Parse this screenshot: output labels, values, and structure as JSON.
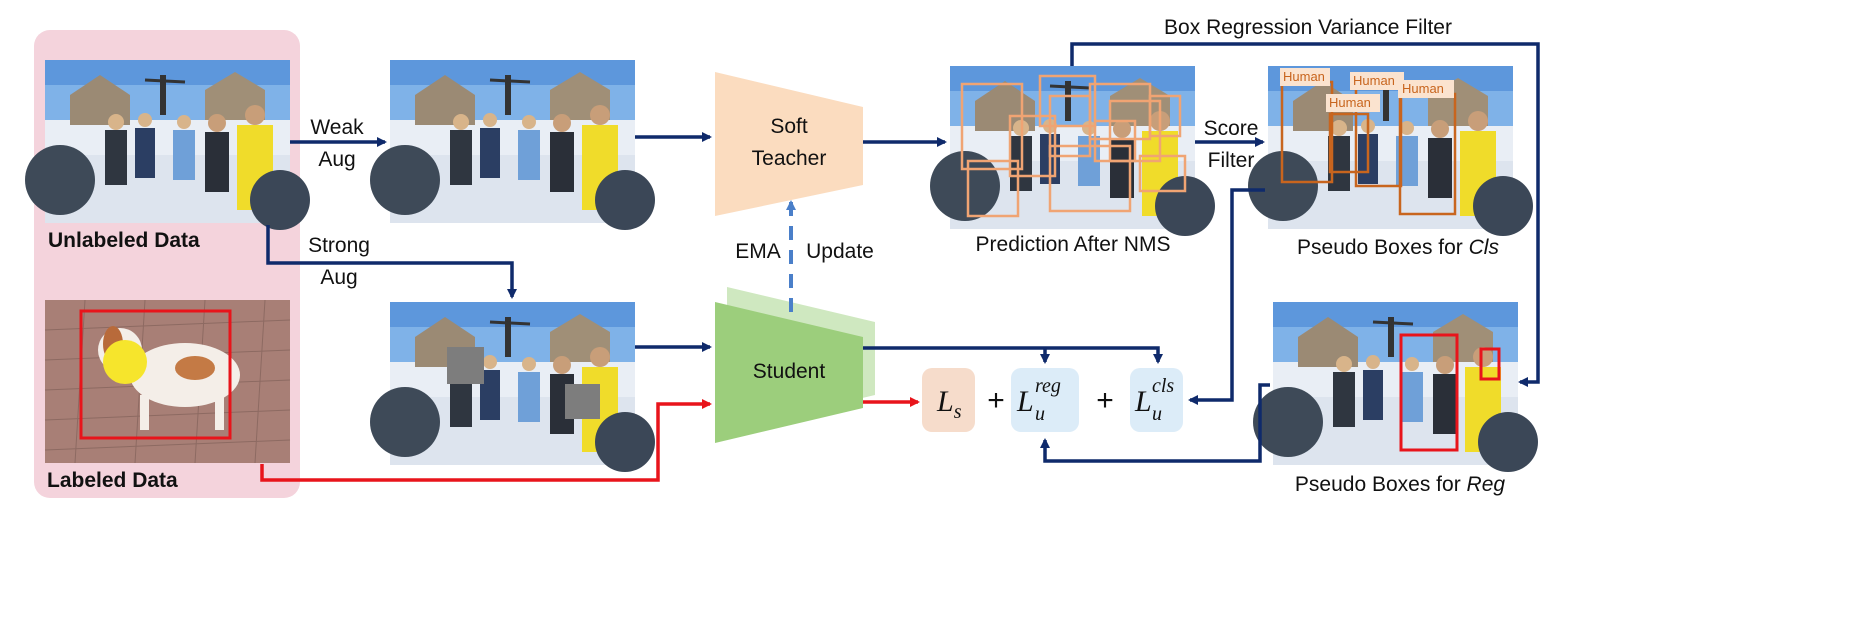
{
  "labels": {
    "unlabeled": "Unlabeled Data",
    "labeled": "Labeled Data",
    "weak_1": "Weak",
    "weak_2": "Aug",
    "strong_1": "Strong",
    "strong_2": "Aug",
    "soft_teacher_1": "Soft",
    "soft_teacher_2": "Teacher",
    "student": "Student",
    "ema": "EMA",
    "update": "Update",
    "score_1": "Score",
    "score_2": "Filter",
    "box_reg_filter": "Box Regression Variance Filter",
    "pred_nms": "Prediction After NMS",
    "pseudo_cls_prefix": "Pseudo Boxes for ",
    "pseudo_cls_em": "Cls",
    "pseudo_reg_prefix": "Pseudo Boxes for ",
    "pseudo_reg_em": "Reg"
  },
  "loss": {
    "ls_main": "L",
    "ls_sub": "s",
    "plus1": "+",
    "plus2": "+",
    "lreg_main": "L",
    "lreg_sup": "reg",
    "lreg_sub": "u",
    "lcls_main": "L",
    "lcls_sup": "cls",
    "lcls_sub": "u"
  },
  "box_tags": [
    "Human",
    "Human",
    "Human",
    "Human"
  ],
  "colors": {
    "arrow_dark": "#0f2a6b",
    "arrow_red": "#e8141b",
    "arrow_dashed": "#4a7fc9",
    "data_panel": "#f4d3dc",
    "teacher_fill": "#fbdcbf",
    "student_fill": "#9cce7c",
    "student_back": "#cfe8c0",
    "loss_ls": "#f6dccb",
    "loss_lu": "#dcecf8",
    "pred_box": "#f0a473",
    "cls_box": "#c8651e",
    "reg_box": "#e8141b"
  }
}
